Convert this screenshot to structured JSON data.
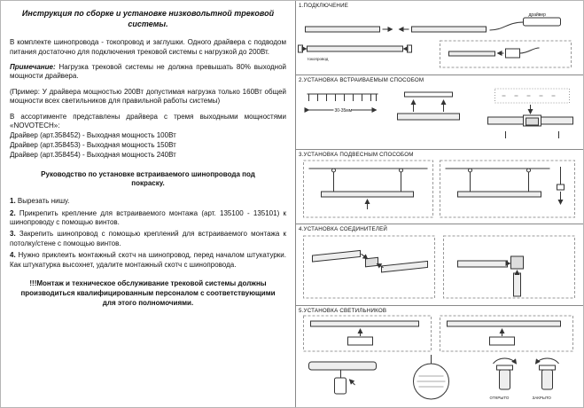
{
  "title": "Инструкция по сборке и установке низковольтной трековой системы.",
  "intro": "В комплекте шинопровода - токопровод и заглушки. Одного драйвера с подводом питания достаточно для подключения трековой системы с нагрузкой до 200Вт.",
  "note_label": "Примечание:",
  "note_text": " Нагрузка трековой системы не должна превышать 80% выходной мощности драйвера.",
  "example": "(Пример: У драйвера мощностью 200Вт допустимая нагрузка только 160Вт общей мощности всех светильников для правильной работы системы)",
  "assortment_intro": "В ассортименте представлены драйвера с тремя выходными мощностями «NOVOTECH»:",
  "drivers": [
    "Драйвер (арт.358452) - Выходная мощность 100Вт",
    "Драйвер (арт.358453) - Выходная мощность 150Вт",
    "Драйвер (арт.358454) - Выходная мощность 240Вт"
  ],
  "guide_heading": "Руководство по установке встраиваемого шинопровода под покраску.",
  "steps": [
    {
      "num": "1.",
      "text": " Вырезать нишу."
    },
    {
      "num": "2.",
      "text": " Прикрепить крепление для встраиваемого монтажа (арт. 135100 - 135101) к шинопроводу с помощью винтов."
    },
    {
      "num": "3.",
      "text": " Закрепить шинопровод с помощью креплений для встраиваемого монтажа к потолку/стене с помощью винтов."
    },
    {
      "num": "4.",
      "text": " Нужно приклеить монтажный скотч на шинопровод, перед началом штукатурки. Как штукатурка высохнет, удалите монтажный скотч с шинопровода."
    }
  ],
  "warning": "!!!Монтаж и техническое обслуживание трековой системы должны производиться квалифицированным персоналом с соответствующими для этого полномочиями.",
  "sections": [
    {
      "label": "1.ПОДКЛЮЧЕНИЕ"
    },
    {
      "label": "2.УСТАНОВКА ВСТРАИВАЕМЫМ СПОСОБОМ"
    },
    {
      "label": "3.УСТАНОВКА ПОДВЕСНЫМ СПОСОБОМ"
    },
    {
      "label": "4.УСТАНОВКА СОЕДИНИТЕЛЕЙ"
    },
    {
      "label": "5.УСТАНОВКА СВЕТИЛЬНИКОВ"
    }
  ],
  "diagram_labels": {
    "driver": "драйвер",
    "tokoprovod": "токопровод",
    "dim": "30-35мм",
    "open": "ОТКРЫТО",
    "closed": "ЗАКРЫТО"
  }
}
